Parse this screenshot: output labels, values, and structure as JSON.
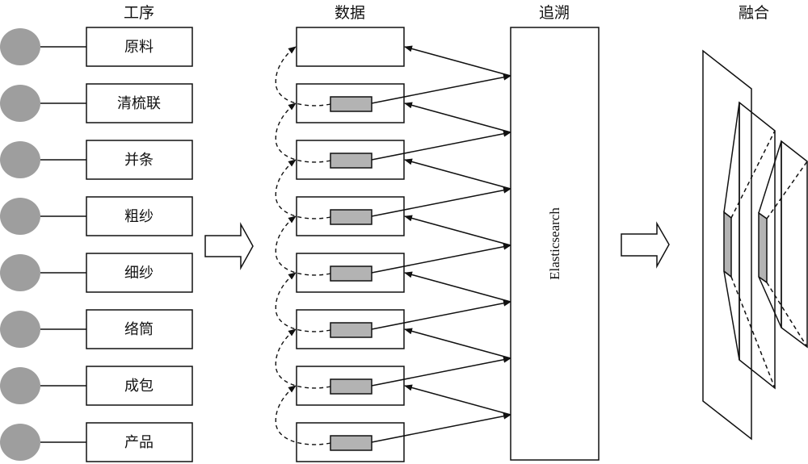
{
  "columns": {
    "process": "工序",
    "data": "数据",
    "trace": "追溯",
    "fusion": "融合"
  },
  "processes": [
    "原料",
    "清梳联",
    "并条",
    "粗纱",
    "细纱",
    "络筒",
    "成包",
    "产品"
  ],
  "trace_engine": "Elasticsearch",
  "colors": {
    "stroke": "#111111",
    "node_fill": "#9e9e9e",
    "record_fill": "#b3b3b3",
    "background": "#ffffff"
  }
}
